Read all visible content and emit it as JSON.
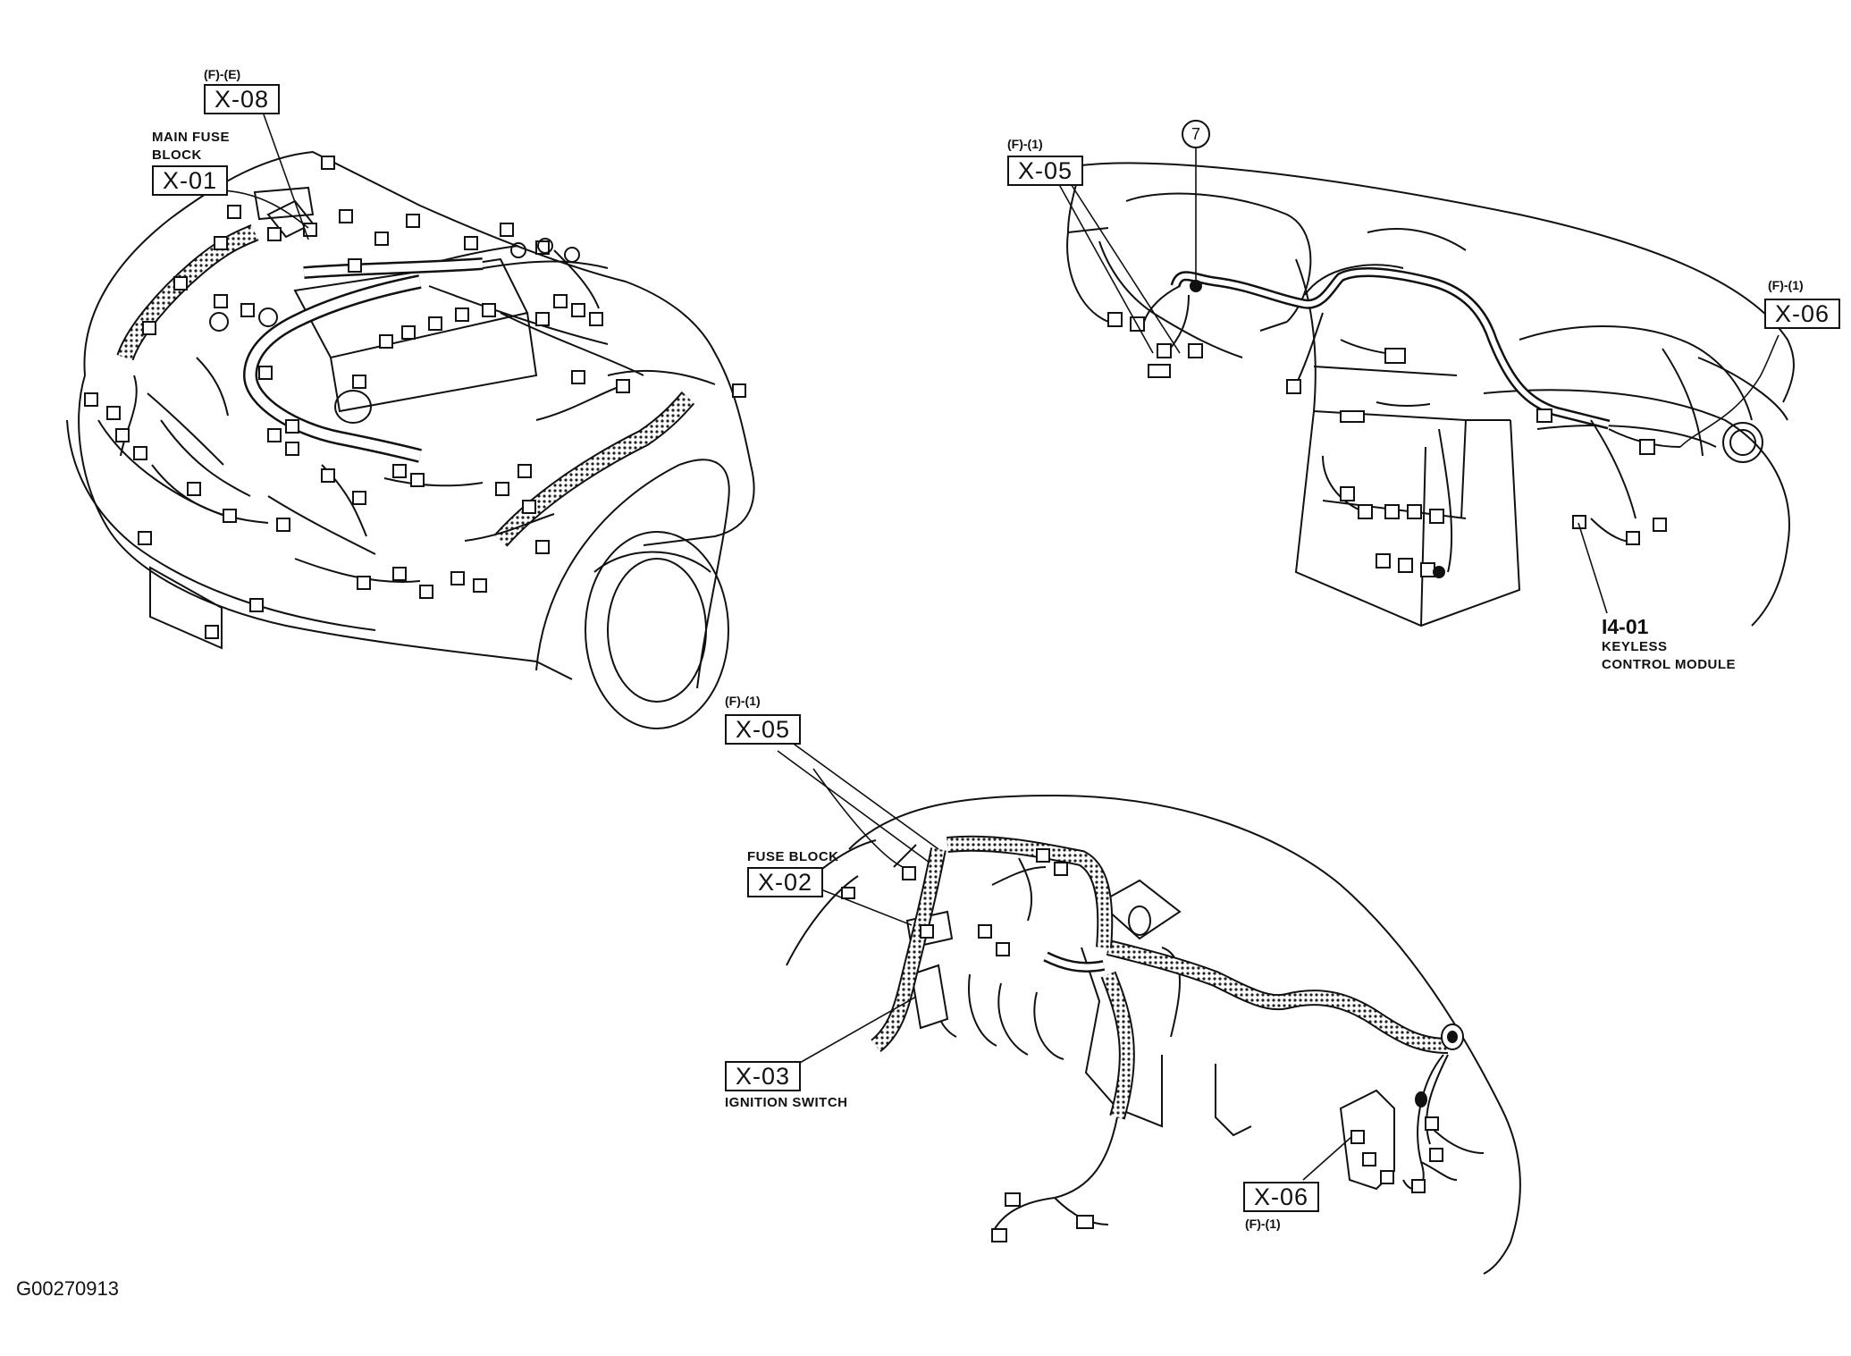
{
  "figure_id": "G00270913",
  "panels": {
    "engine_compartment": {
      "labels": [
        {
          "key": "x08",
          "prefix": "(F)-(E)",
          "code": "X-08"
        },
        {
          "key": "x01",
          "name_line1": "MAIN FUSE",
          "name_line2": "BLOCK",
          "code": "X-01"
        }
      ]
    },
    "instrument_panel": {
      "callout_number": "7",
      "labels": [
        {
          "key": "x05",
          "prefix": "(F)-(1)",
          "code": "X-05"
        },
        {
          "key": "x06",
          "prefix": "(F)-(1)",
          "code": "X-06"
        },
        {
          "key": "i401",
          "code": "I4-01",
          "name_line1": "KEYLESS",
          "name_line2": "CONTROL MODULE"
        }
      ]
    },
    "dashboard_harness": {
      "labels": [
        {
          "key": "x05",
          "prefix": "(F)-(1)",
          "code": "X-05"
        },
        {
          "key": "x02",
          "name": "FUSE BLOCK",
          "code": "X-02"
        },
        {
          "key": "x03",
          "code": "X-03",
          "name": "IGNITION SWITCH"
        },
        {
          "key": "x06",
          "code": "X-06",
          "suffix": "(F)-(1)"
        }
      ]
    }
  },
  "colors": {
    "ink": "#111111",
    "paper": "#ffffff",
    "harness_fill": "#9a9a9a"
  }
}
